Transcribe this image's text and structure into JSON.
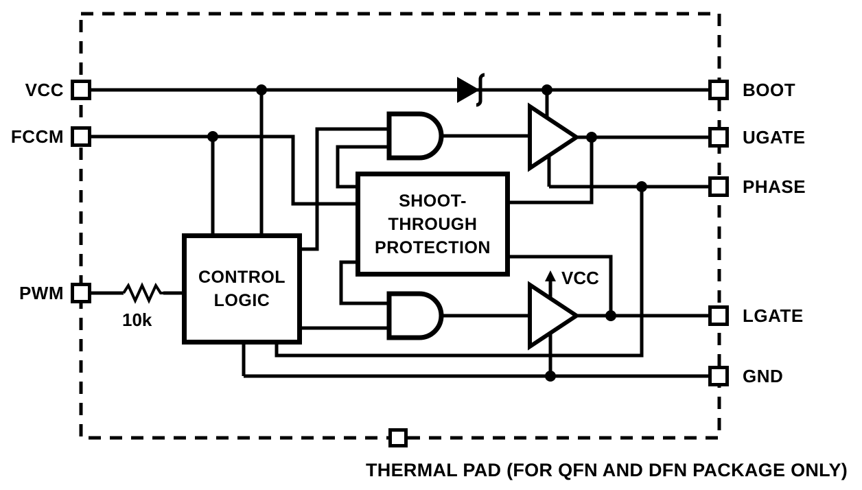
{
  "diagram": {
    "type": "ic-functional-block-diagram",
    "blocks": {
      "control_logic": {
        "line1": "CONTROL",
        "line2": "LOGIC"
      },
      "shoot_through": {
        "line1": "SHOOT-",
        "line2": "THROUGH",
        "line3": "PROTECTION"
      }
    },
    "pins": {
      "left": [
        "VCC",
        "FCCM",
        "PWM"
      ],
      "right": [
        "BOOT",
        "UGATE",
        "PHASE",
        "LGATE",
        "GND"
      ],
      "thermal_note": "THERMAL PAD (FOR QFN AND DFN PACKAGE ONLY)"
    },
    "labels": {
      "resistor_value": "10k",
      "internal_supply": "VCC"
    },
    "components": {
      "bootstrap_diode": "schottky-diode",
      "input_resistor": "10k resistor",
      "gates": [
        "and-gate-upper",
        "and-gate-lower"
      ],
      "drivers": [
        "ugate-driver-buffer",
        "lgate-driver-buffer"
      ]
    },
    "colors": {
      "ink": "#000000",
      "background": "#ffffff"
    }
  }
}
